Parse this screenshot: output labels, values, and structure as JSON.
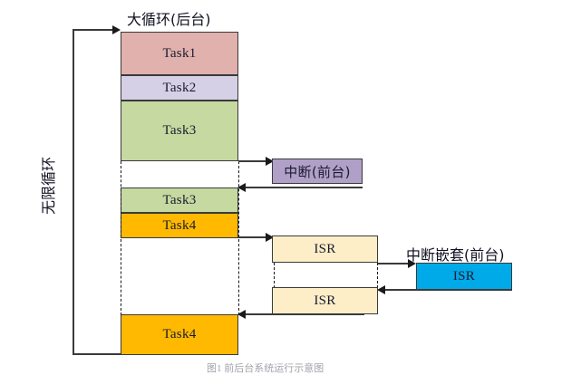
{
  "diagram": {
    "title_top": "大循环(后台)",
    "title_nested": "中断嵌套(前台)",
    "loop_label": "无限循环",
    "bottom_caption": "图1  前后台系统运行示意图",
    "colors": {
      "task1": "#e0b1ad",
      "task2": "#d5d0e5",
      "task3": "#c5d9a0",
      "task4": "#ffb900",
      "interrupt": "#b0a0c8",
      "isr": "#fdeec8",
      "isr_nested": "#00a9e8",
      "stroke": "#3a3a3a",
      "background": "#ffffff"
    },
    "background_blocks": [
      {
        "name": "task1",
        "label": "Task1",
        "color_key": "task1"
      },
      {
        "name": "task2",
        "label": "Task2",
        "color_key": "task2"
      },
      {
        "name": "task3-first",
        "label": "Task3",
        "color_key": "task3"
      },
      {
        "name": "task3-resumed",
        "label": "Task3",
        "color_key": "task3"
      },
      {
        "name": "task4-first",
        "label": "Task4",
        "color_key": "task4"
      },
      {
        "name": "task4-resumed",
        "label": "Task4",
        "color_key": "task4"
      }
    ],
    "foreground_blocks": [
      {
        "name": "interrupt",
        "label": "中断(前台)",
        "color_key": "interrupt"
      },
      {
        "name": "isr-outer-entry",
        "label": "ISR",
        "color_key": "isr"
      },
      {
        "name": "isr-nested",
        "label": "ISR",
        "color_key": "isr_nested"
      },
      {
        "name": "isr-outer-return",
        "label": "ISR",
        "color_key": "isr"
      }
    ],
    "labels": {
      "task1": "Task1",
      "task2": "Task2",
      "task3_first": "Task3",
      "task3_resumed": "Task3",
      "task4_first": "Task4",
      "task4_resumed": "Task4",
      "interrupt": "中断(前台)",
      "isr_1": "ISR",
      "isr_2": "ISR",
      "isr_nested": "ISR"
    }
  }
}
